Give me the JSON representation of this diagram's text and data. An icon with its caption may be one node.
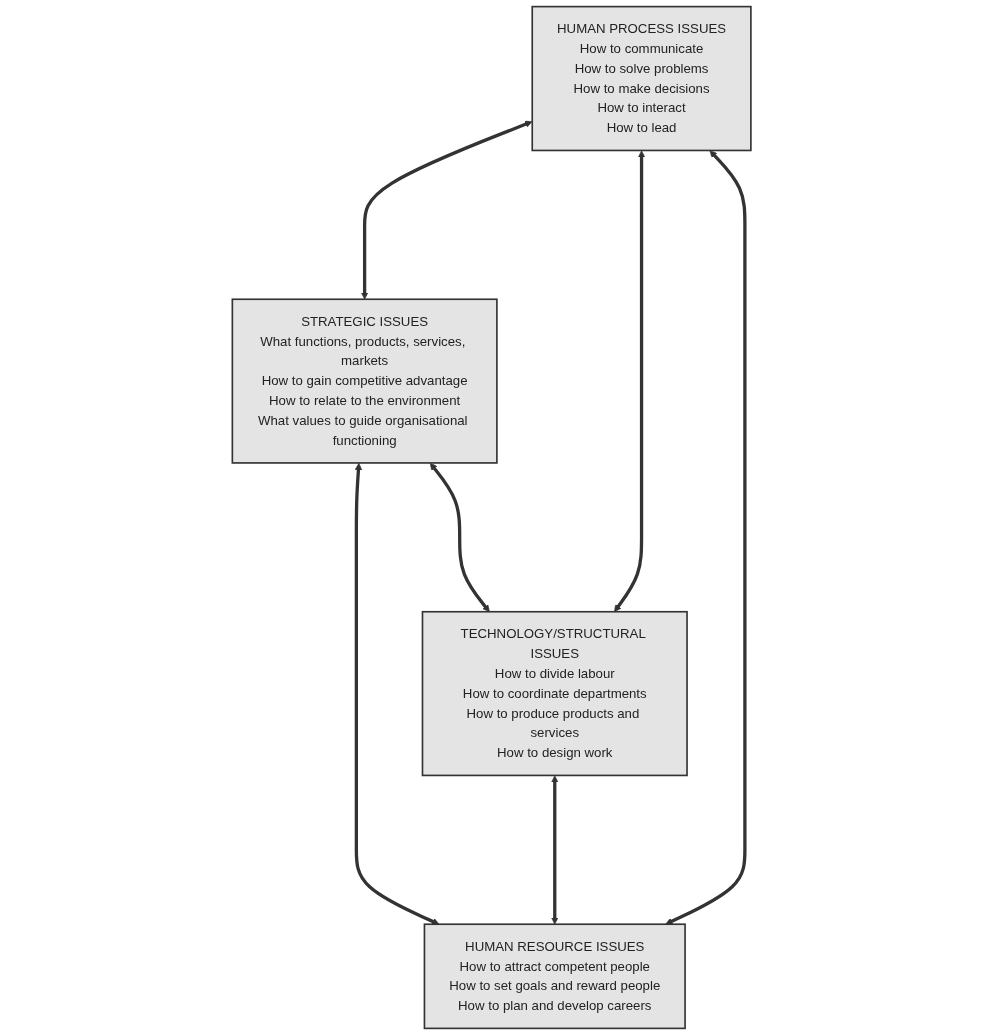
{
  "diagram": {
    "nodes": [
      {
        "text": [
          "HUMAN PROCESS ISSUES",
          "How to communicate",
          "How to solve problems",
          "How to make decisions",
          "How to interact",
          "How to lead"
        ]
      },
      {
        "text": [
          "STRATEGIC ISSUES",
          "What functions, products, services, markets",
          "How to gain competitive advantage",
          "How to relate to the environment",
          "What values to guide organisational functioning"
        ]
      },
      {
        "text": [
          "TECHNOLOGY/STRUCTURAL ISSUES",
          "How to divide labour",
          "How to coordinate departments",
          "How to produce products and services",
          "How to design work"
        ]
      },
      {
        "text": [
          "HUMAN RESOURCE ISSUES",
          "How to attract competent people",
          "How to set goals and reward people",
          "How to plan and develop careers"
        ]
      }
    ],
    "edges": [
      {
        "from": 0,
        "to": 1,
        "arrow": "both"
      },
      {
        "from": 0,
        "to": 2,
        "arrow": "both"
      },
      {
        "from": 1,
        "to": 3,
        "arrow": "both"
      },
      {
        "from": 2,
        "to": 3,
        "arrow": "both"
      },
      {
        "from": 0,
        "to": 3,
        "arrow": "both"
      },
      {
        "from": 1,
        "to": 2,
        "arrow": "both"
      }
    ]
  }
}
